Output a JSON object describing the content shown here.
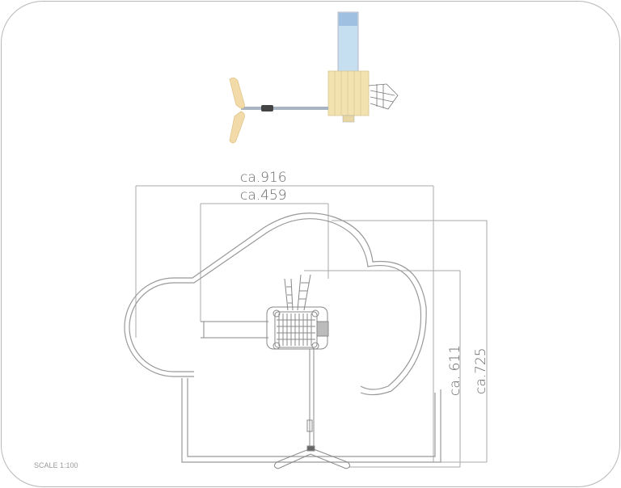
{
  "dimensions": {
    "overall_width": "ca.916",
    "inner_width": "ca.459",
    "overall_height": "ca.725",
    "inner_height": "ca. 611"
  },
  "scale_label": "SCALE 1:100",
  "colors": {
    "line": "#9a9a9a",
    "wood": "#f2e2b0",
    "slide": "#bcd8ec",
    "pipe": "#9aa6b4"
  }
}
